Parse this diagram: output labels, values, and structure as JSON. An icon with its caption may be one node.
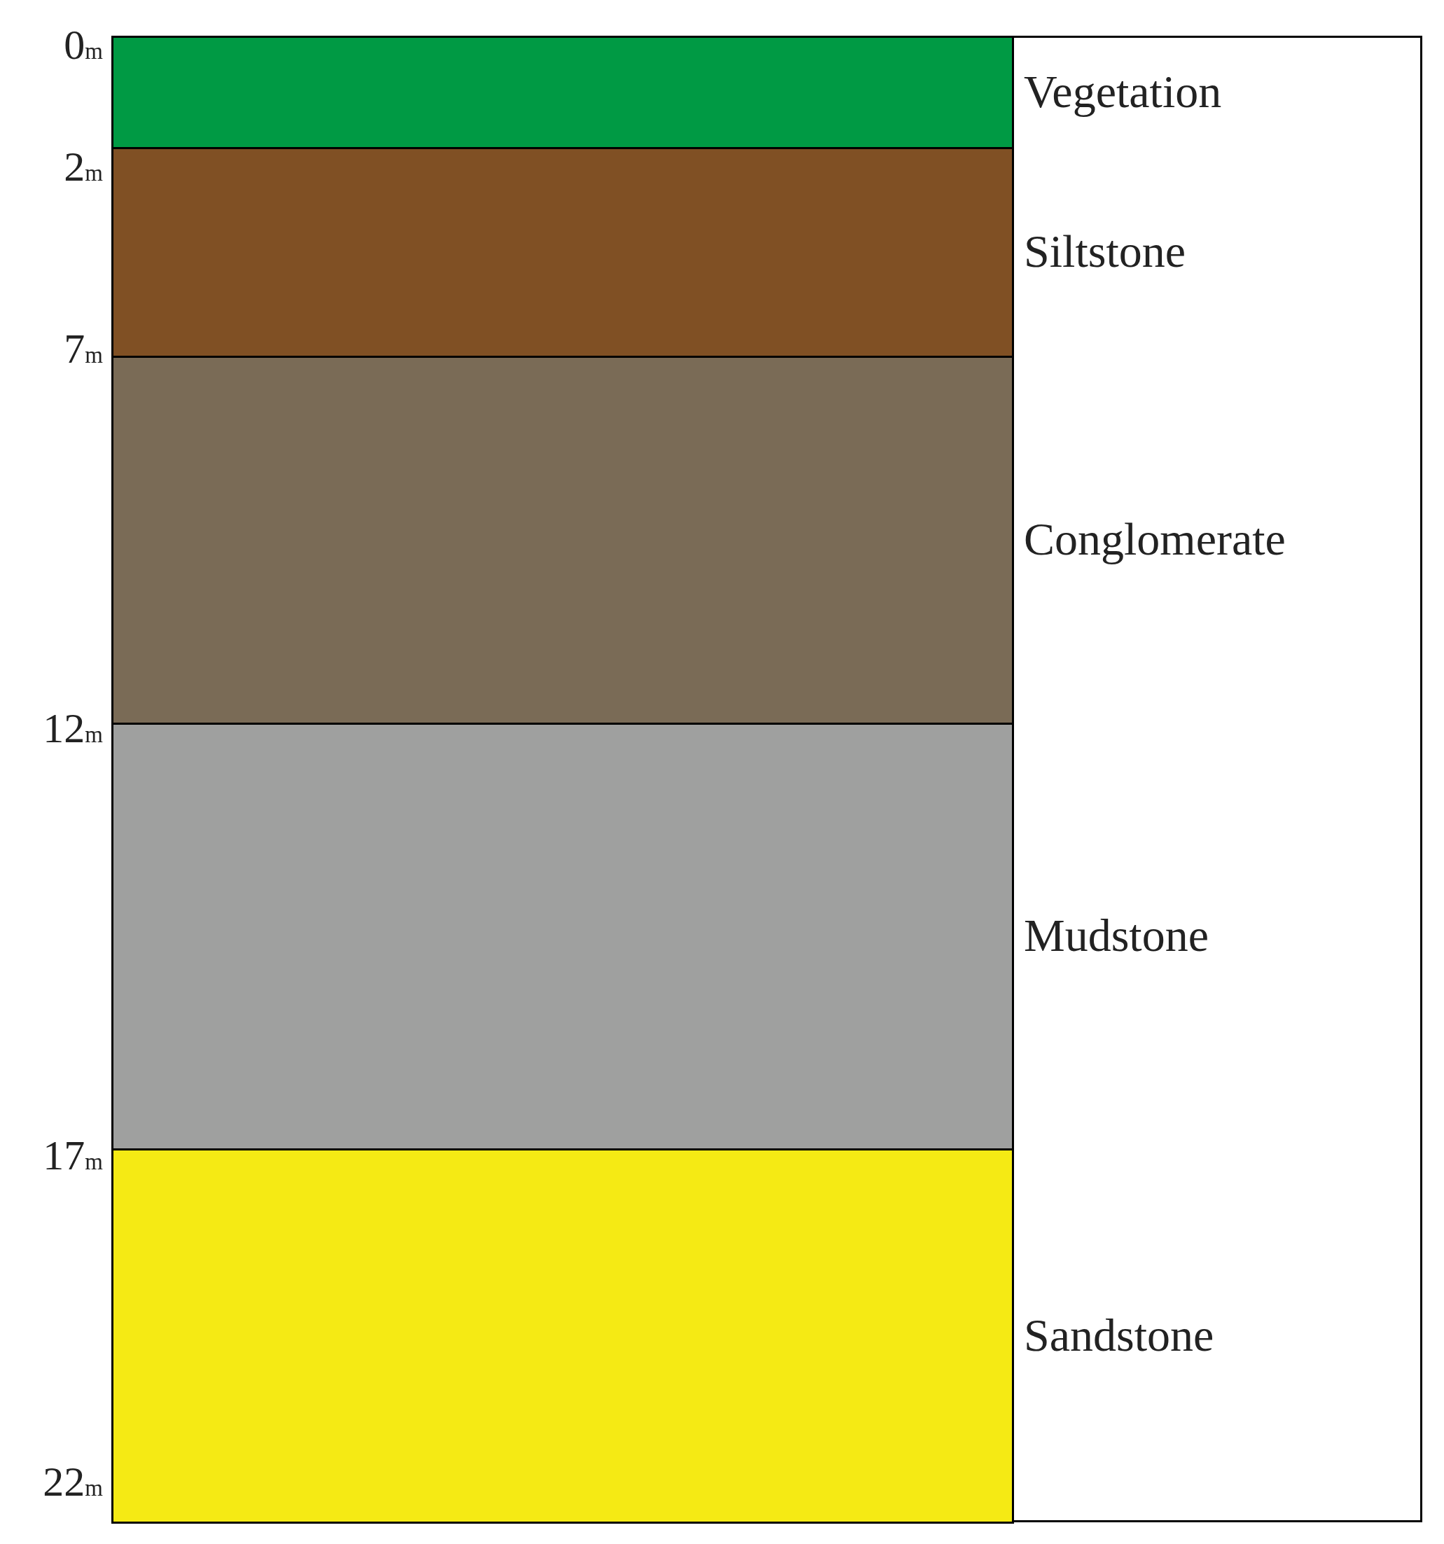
{
  "diagram": {
    "labels": [
      "0$_{m}$",
      "2$_{m}$",
      "7$_{m}$",
      "12$_{m}$",
      "17$_{m}$",
      "22$_{m}$"
    ],
    "legend": [
      {
        "text": "Vegetation",
        "color": "#009a44"
      },
      {
        "text": "Siltstone",
        "color": "#805024"
      },
      {
        "text": "Conglomerate",
        "color": "#7a6b56"
      },
      {
        "text": "Mudstone",
        "color": "#9fa09f"
      },
      {
        "text": "Sandstone",
        "color": "#f5ea14"
      }
    ]
  }
}
